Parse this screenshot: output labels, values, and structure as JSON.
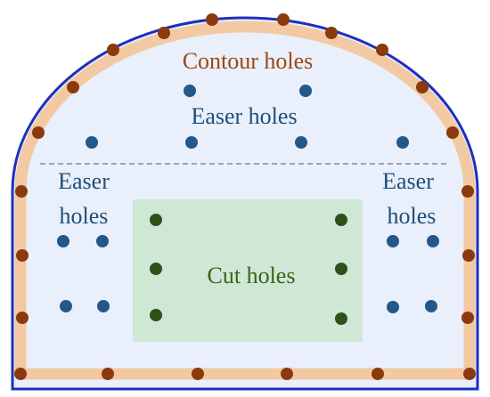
{
  "labels": {
    "contour": "Contour holes",
    "easer_top": "Easer holes",
    "easer_left_1": "Easer",
    "easer_left_2": "holes",
    "easer_right_1": "Easer",
    "easer_right_2": "holes",
    "cut": "Cut holes"
  },
  "colors": {
    "outline": "#1f2fbf",
    "fill": "#e9f0fb",
    "contour_band": "#f3c9a3",
    "contour_hole": "#8b3a0e",
    "contour_text": "#a0470f",
    "easer_hole": "#24578a",
    "easer_text": "#1f4e79",
    "cut_zone": "#cfe8d6",
    "cut_hole": "#2f5018",
    "cut_text": "#3c6116",
    "divider": "#5f7d95"
  }
}
